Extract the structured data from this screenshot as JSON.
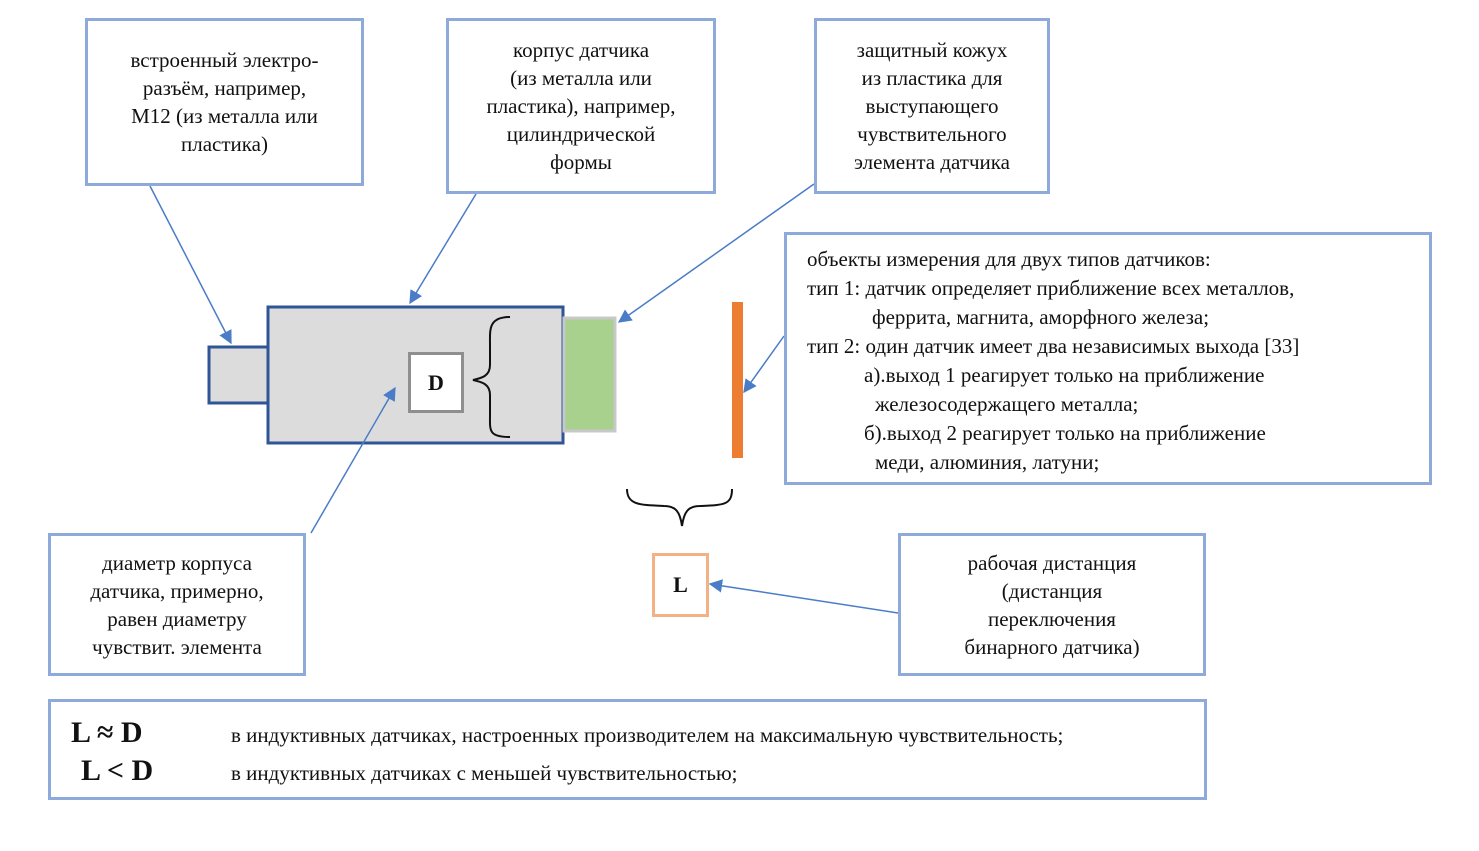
{
  "callouts": {
    "connector": [
      "встроенный электро-",
      "разъём, например,",
      "M12 (из металла или",
      "пластика)"
    ],
    "body": [
      "корпус датчика",
      "(из металла или",
      "пластика), например,",
      "цилиндрической",
      "формы"
    ],
    "cover": [
      "защитный кожух",
      "из пластика для",
      "выступающего",
      "чувствительного",
      "элемента датчика"
    ],
    "diameter": [
      "диаметр корпуса",
      "датчика, примерно,",
      "равен диаметру",
      "чувствит. элемента"
    ],
    "distance": [
      "рабочая дистанция",
      "(дистанция",
      "переключения",
      "бинарного датчика)"
    ]
  },
  "objects": {
    "lines": [
      "объекты измерения для двух типов датчиков:",
      "тип 1: датчик определяет приближение всех металлов,",
      "феррита, магнита, аморфного железа;",
      "тип 2: один датчик имеет два независимых выхода [33]",
      "а).выход 1 реагирует только на приближение",
      "железосодержащего металла;",
      "б).выход 2 реагирует только на приближение",
      "меди, алюминия, латуни;"
    ]
  },
  "labels": {
    "d": "D",
    "l": "L"
  },
  "formula": {
    "row1_big": "L  ≈  D",
    "row1_text": "в индуктивных датчиках, настроенных производителем на максимальную чувствительность;",
    "row2_big": "L < D",
    "row2_text": "в индуктивных датчиках с меньшей чувствительностью;"
  },
  "colors": {
    "callout_border": "#8eaadb",
    "arrow": "#4a7cc7",
    "sensor_outline": "#2f5597",
    "sensor_fill": "#dcdcdc",
    "cover_fill": "#a9d18e",
    "target": "#ed7d31",
    "l_border": "#f4b183"
  }
}
